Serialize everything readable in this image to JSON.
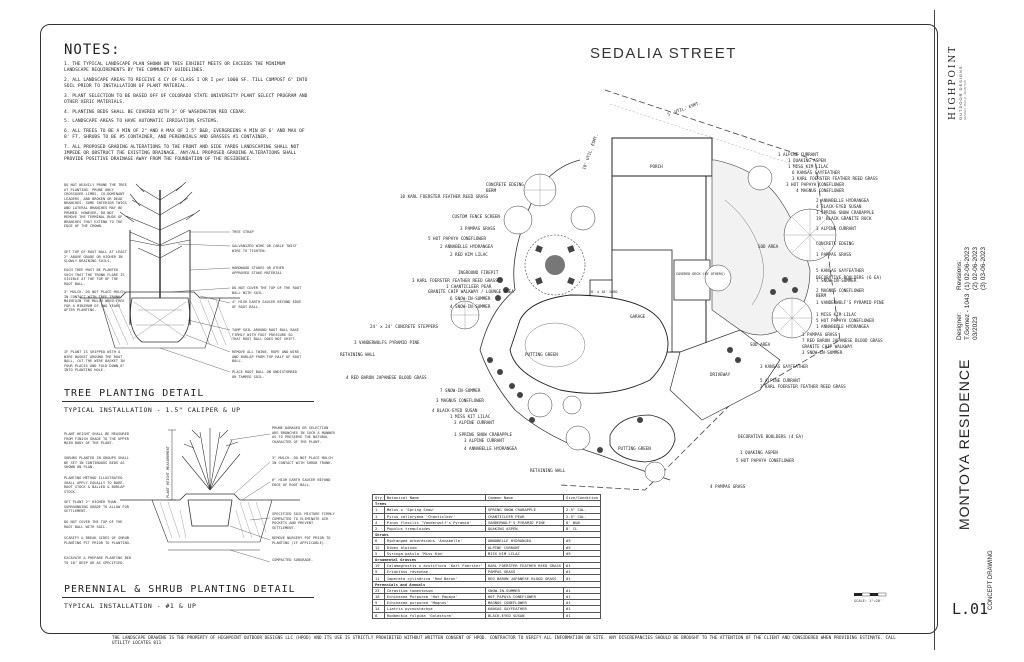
{
  "notes": {
    "heading": "NOTES:",
    "items": [
      "1. THE TYPICAL LANDSCAPE PLAN SHOWN ON THIS EXHIBIT MEETS OR EXCEEDS THE MINIMUM LANDSCAPE REQUIREMENTS BY THE COMMUNITY GUIDELINES.",
      "2. ALL LANDSCAPE AREAS TO RECEIVE 4 CY OF CLASS I OR I per 1000 SF. TILL COMPOST 6\" INTO SOIL PRIOR TO INSTALLATION OF PLANT MATERIAL.",
      "3. PLANT SELECTION TO BE BASED OFF OF COLORADO STATE UNIVERSITY PLANT SELECT PROGRAM AND OTHER XERIC MATERIALS.",
      "4. PLANTING BEDS SHALL BE COVERED WITH 3\" OF WASHINGTON RED CEDAR.",
      "5. LANDSCAPE AREAS TO HAVE AUTOMATIC IRRIGATION SYSTEMS.",
      "6. ALL TREES TO BE A MIN OF 2\" AND A MAX OF 2.5\" B&B, EVERGREENS A MIN OF 6' AND MAX OF 8' FT. SHRUBS TO BE #5 CONTAINER, AND PERENNIALS AND GRASSES #1 CONTAINER.",
      "7. ALL PROPOSED GRADING ALTERATIONS TO THE FRONT AND SIDE YARDS LANDSCAPING SHALL NOT IMPEDE OR OBSTRUCT THE EXISTING DRAINAGE. ANY/ALL PROPOSED GRADING ALTERATIONS SHALL PROVIDE POSITIVE DRAINAGE AWAY FROM THE FOUNDATION OF THE RESIDENCE."
    ]
  },
  "street": "SEDALIA STREET",
  "tree_detail": {
    "title": "TREE PLANTING DETAIL",
    "subtitle": "TYPICAL INSTALLATION - 1.5\" CALIPER & UP",
    "left_notes": [
      "DO NOT HEAVILY PRUNE THE TREE AT PLANTING. PRUNE ONLY CROSSOVER LIMBS, CO-DOMINANT LEADERS, AND BROKEN OR DEAD BRANCHES. SOME INTERIOR TWIGS AND LATERAL BRANCHES MAY BE PRUNED. HOWEVER, DO NOT REMOVE THE TERMINAL BUDS OF BRANCHES THAT EXTEND TO THE EDGE OF THE CROWN.",
      "SET TOP OF ROOT BALL AT LEAST 2\" ABOVE GRADE OR HIGHER IN SLOWLY DRAINING SOILS.",
      "EACH TREE MUST BE PLANTED SUCH THAT THE TRUNK FLARE IS VISIBLE AT THE TOP OF THE ROOT BALL.",
      "3\" MULCH. DO NOT PLACE MULCH IN CONTACT WITH TREE TRUNK. MAINTAIN THE MULCH WEED-FREE FOR A MINIMUM OF TWO YEARS AFTER PLANTING.",
      "IF PLANT IS SHIPPED WITH A WIRE BASKET AROUND THE ROOT BALL, CUT THE WIRE BASKET IN FOUR PLACES AND FOLD DOWN 8\" INTO PLANTING HOLE."
    ],
    "right_notes": [
      "TREE STRAP",
      "GALVANIZED WIRE OR CABLE TWIST WIRE TO TIGHTEN.",
      "HARDWOOD STAKES OR OTHER APPROVED STAKE MATERIAL",
      "DO NOT COVER THE TOP OF THE ROOT BALL WITH SOIL.",
      "4\" HIGH EARTH SAUCER BEYOND EDGE OF ROOT BALL.",
      "TAMP SOIL AROUND ROOT BALL BASE FIRMLY WITH FOOT PRESSURE SO THAT ROOT BALL DOES NOT SHIFT.",
      "REMOVE ALL TWINE, ROPE AND WIRE, AND BURLAP FROM TOP HALF OF ROOT BALL.",
      "PLACE ROOT BALL ON UNDISTURBED OR TAMPED SOIL."
    ]
  },
  "shrub_detail": {
    "title": "PERENNIAL & SHRUB PLANTING DETAIL",
    "subtitle": "TYPICAL INSTALLATION - #1 & UP",
    "left_notes": [
      "PLANT HEIGHT SHALL BE MEASURED FROM FINISH GRADE TO THE UPPER MAIN BODY OF THE PLANT.",
      "SHRUBS PLANTED IN GROUPS SHALL BE SET IN CONTINUOUS BEDS AS SHOWN ON PLAN.",
      "PLANTING METHOD ILLUSTRATED SHALL APPLY EQUALLY TO BARE-ROOT STOCK & BALLED & BURLAP STOCK.",
      "SET PLANT 2\" HIGHER THAN SURROUNDING GRADE TO ALLOW FOR SETTLEMENT.",
      "DO NOT COVER THE TOP OF THE ROOT BALL WITH SOIL.",
      "SCARIFY & BREAK SIDES OF SHRUB PLANTING PIT PRIOR TO PLANTING.",
      "EXCAVATE & PREPARE PLANTING BED TO 18\" DEEP OR AS SPECIFIED."
    ],
    "right_notes": [
      "PRUNE DAMAGED OR SELECTION ARE BRANCHES IN SUCH A MANNER AS TO PRESERVE THE NATURAL CHARACTER OF THE PLANT.",
      "3\" MULCH. DO NOT PLACE MULCH IN CONTACT WITH SHRUB TRUNK.",
      "6\" HIGH EARTH SAUCER BEYOND EDGE OF ROOT BALL.",
      "SPECIFIED SOIL MIXTURE FIRMLY COMPACTED TO ELIMINATE AIR POCKETS AND PREVENT SETTLEMENT.",
      "REMOVE NURSERY POT PRIOR TO PLANTING (IF APPLICABLE).",
      "COMPACTED SUBGRADE."
    ],
    "measure": "PLANT HEIGHT MEASUREMENT"
  },
  "plan_labels": [
    "PORCH",
    "GARAGE",
    "COVERED DECK (BY OTHERS)",
    "SOD AREA",
    "SOD AREA",
    "8' x 10' SHED",
    "PUTTING GREEN",
    "PUTTING GREEN",
    "DRIVEWAY",
    "RETAINING WALL",
    "RETAINING WALL",
    "BERM",
    "BERM",
    "CONCRETE EDGING",
    "CONCRETE EDGING",
    "CUSTOM FENCE SCREEN",
    "INGROUND FIREPIT",
    "GRANITE CHIP WALKWAY / LOUNGE AREA",
    "24' x 24' CONCRETE STEPPERS",
    "DECORATIVE BOULDERS (6 EA)",
    "DECORATIVE BOULDERS (4 EA)",
    "1 ALPINE CURRANT",
    "1 QUAKING ASPEN",
    "1 MISS KIM LILAC",
    "6 KANSAS GAYFEATHER",
    "3 KARL FOERSTER FEATHER REED GRASS",
    "3 HOT PAPAYA CONEFLOWER",
    "4 MAGNUS CONEFLOWER",
    "2 ANNABELLE HYDRANGEA",
    "4 BLACK-EYED SUSAN",
    "1 SPRING SNOW CRABAPPLE",
    "19' BLACK GRANITE ROCK",
    "3 ALPINE CURRANT",
    "1 PAMPAS GRASS",
    "5 KANSAS GAYFEATHER",
    "7 SNOW-IN-SUMMER",
    "2 MAGNUS CONEFLOWER",
    "1 VANDERWOLF'S PYRAMID PINE",
    "1 MISS KIM LILAC",
    "5 HOT PAPAYA CONEFLOWER",
    "1 ANNABELLE HYDRANGEA",
    "1 PAMPAS GRASS",
    "7 RED BARON JAPANESE BLOOD GRASS",
    "GRANITE CHIP WALKWAY",
    "3 SNOW-IN-SUMMER",
    "3 KANSAS GAYFEATHER",
    "5 ALPINE CURRANT",
    "3 KARL FOERSTER FEATHER REED GRASS",
    "1 QUAKING ASPEN",
    "5 HOT PAPAYA CONEFLOWER",
    "4 PAMPAS GRASS",
    "10 KARL FOERSTER FEATHER REED GRASS",
    "3 PAMPAS GRASS",
    "5 HOT PAPAYA CONEFLOWER",
    "2 ANNABELLE HYDRANGEA",
    "2 RED KIM LILAC",
    "3 KARL FOERSTER FEATHER REED GRASS",
    "1 CHANTICLEER PEAR",
    "6 SNOW-IN-SUMMER",
    "4 SNOW-IN-SUMMER",
    "3 VANDERWOLFS PYRAMID PINE",
    "4 RED BARON JAPANESE BLOOD GRASS",
    "7 SNOW-IN-SUMMER",
    "3 MAGNUS CONEFLOWER",
    "4 BLACK-EYED SUSAN",
    "1 MISS KIT LILAC",
    "3 ALPINE CURRANT",
    "1 SPRING SNOW CRABAPPLE",
    "3 ALPINE CURRANT",
    "4 ANNABELLE HYDRANGEA",
    "5' UTIL. ESMT.",
    "10' UTIL. ESMT."
  ],
  "plant_list": {
    "headers": [
      "Qty",
      "Botanical Name",
      "Common Name",
      "Size/Condition"
    ],
    "groups": [
      {
        "name": "Trees",
        "rows": [
          [
            "1",
            "Malus x 'Spring Snow'",
            "SPRING SNOW CRABAPPLE",
            "2.5\" CAL."
          ],
          [
            "1",
            "Pyrus calleryana 'Chanticleer'",
            "CHANTICLEER PEAR",
            "2.5\" CAL."
          ],
          [
            "4",
            "Pinus flexilis 'Vanderwolf's Pyramid'",
            "VANDERWOLF'S PYRAMID PINE",
            "8' B&B"
          ],
          [
            "2",
            "Populus tremuloides",
            "QUAKING ASPEN",
            "8' CL"
          ]
        ]
      },
      {
        "name": "Shrubs",
        "rows": [
          [
            "6",
            "Hydrangea arborescens 'Annabelle'",
            "ANNABELLE HYDRANGEA",
            "#5"
          ],
          [
            "12",
            "Ribes alpinum",
            "ALPINE CURRANT",
            "#5"
          ],
          [
            "5",
            "Syringa patula 'Miss Kim'",
            "MISS KIM LILAC",
            "#5"
          ]
        ]
      },
      {
        "name": "Ornamental Grasses",
        "rows": [
          [
            "19",
            "Calamagrostis x acutiflora 'Karl Foerster'",
            "KARL FOERSTER FEATHER REED GRASS",
            "#1"
          ],
          [
            "9",
            "Erianthus ravennae",
            "PAMPAS GRASS",
            "#1"
          ],
          [
            "11",
            "Imperata cylindrica 'Red Baron'",
            "RED BARON JAPANESE BLOOD GRASS",
            "#1"
          ]
        ]
      },
      {
        "name": "Perennials and Annuals",
        "rows": [
          [
            "25",
            "Cerastium tomentosum",
            "SNOW-IN-SUMMER",
            "#1"
          ],
          [
            "18",
            "Echinacea Purpurea 'Hot Papaya'",
            "HOT PAPAYA CONEFLOWER",
            "#1"
          ],
          [
            "9",
            "Echinacea purpurea 'Magnus'",
            "MAGNUS CONEFLOWER",
            "#1"
          ],
          [
            "14",
            "Liatris pycnostachya",
            "KANSAS GAYFEATHER",
            "#1"
          ],
          [
            "8",
            "Rudbeckia fulgida 'Goldsturm'",
            "BLACK-EYED SUSAN",
            "#1"
          ]
        ]
      }
    ]
  },
  "scale": "SCALE: 1\"=20'",
  "title_block": {
    "company": "HIGHPOINT",
    "company_sub": "OUTDOOR DESIGNS",
    "tagline": "DESIGN · BUILD · MAINTAIN",
    "revisions_label": "Revisions:",
    "revisions": [
      "(1) 02-06-2023",
      "(2) 02-06-2023",
      "(3) 03-06-2023"
    ],
    "designer": "Designer:",
    "designer_name": "T.Gomez - 1043",
    "date": "03/2023",
    "project": "MONTOYA RESIDENCE",
    "stage": "CONCEPT DRAWING",
    "sheet": "L.01"
  },
  "footer": "THE LANDSCAPE DRAWING IS THE PROPERTY OF HIGHPOINT OUTDOOR DESIGNS LLC (HPOD) AND ITS USE IS STRICTLY PROHIBITED WITHOUT WRITTEN CONSENT OF HPOD. CONTRACTOR TO VERIFY ALL INFORMATION ON SITE. ANY DISCREPANCIES SHOULD BE BROUGHT TO THE ATTENTION OF THE CLIENT AND CONSIDERED WHEN PROVIDING ESTIMATE. CALL UTILITY LOCATES 811"
}
